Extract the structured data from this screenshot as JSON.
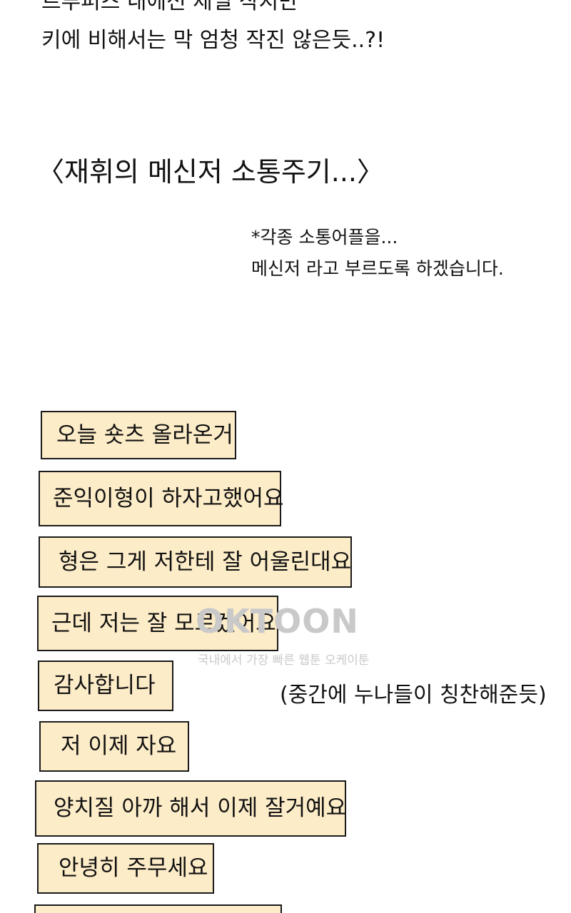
{
  "intro": {
    "line1": "트루퍼즈 내에선 제일 작지만",
    "line2": "키에 비해서는 막 엄청 작진 않은듯..?!"
  },
  "section": {
    "title": "〈재휘의 메신저 소통주기...〉",
    "note_line1": "*각종 소통어플을...",
    "note_line2": "메신저 라고 부르도록 하겠습니다."
  },
  "messages": [
    "오늘 숏츠 올라온거",
    "준익이형이 하자고했어요",
    "형은 그게 저한테 잘 어울린대요",
    "근데 저는 잘 모르겠어요",
    "감사합니다",
    "저 이제 자요",
    "양치질 아까 해서 이제 잘거예요",
    "안녕히 주무세요"
  ],
  "aside": "(중간에 누나들이 칭찬해준듯)",
  "watermark": {
    "logo": "OKTOON",
    "tagline": "국내에서 가장 빠른 웹툰 오케이툰"
  },
  "colors": {
    "bubble_fill": "#fdecc8",
    "bubble_border": "#1a1a1a",
    "text": "#111111",
    "watermark": "#c9c9c9"
  }
}
